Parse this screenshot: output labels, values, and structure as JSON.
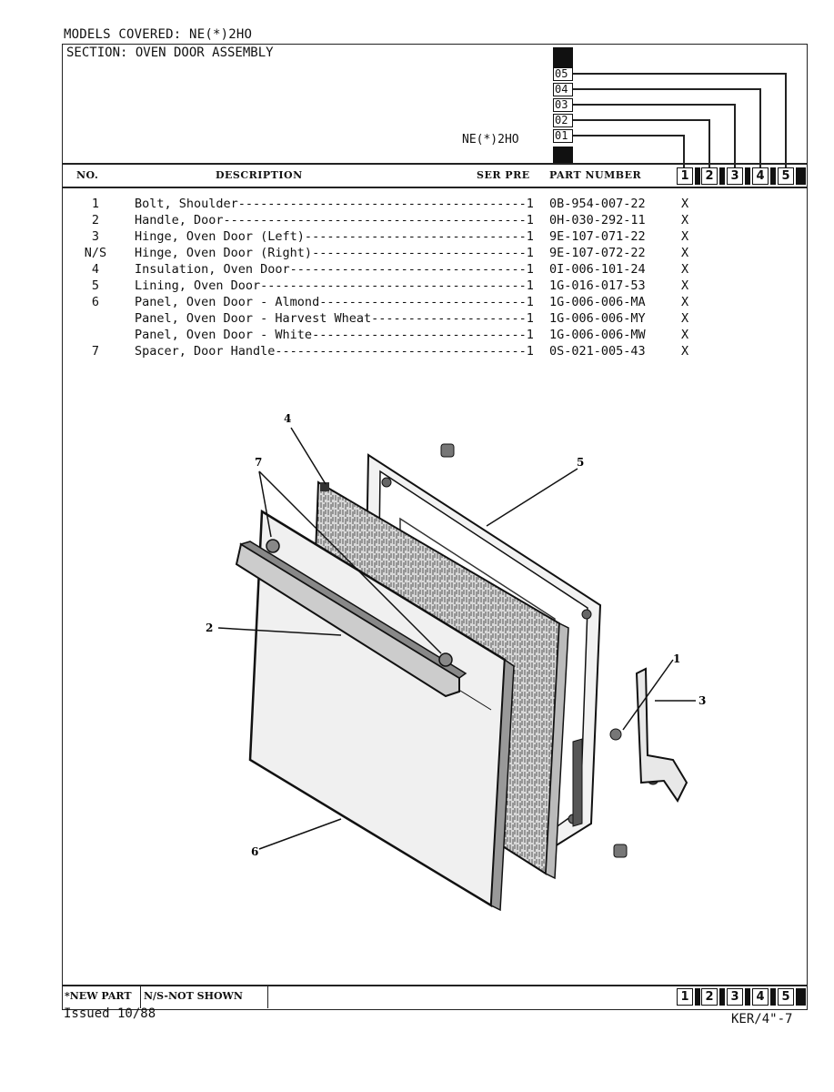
{
  "header": {
    "models_covered": "MODELS COVERED:  NE(*)2HO",
    "section": "SECTION:  OVEN DOOR ASSEMBLY",
    "model": "NE(*)2HO",
    "serial_codes": [
      "05",
      "04",
      "03",
      "02",
      "01"
    ]
  },
  "columns": {
    "no": "NO.",
    "description": "DESCRIPTION",
    "ser_pre": "SER PRE",
    "part_number": "PART NUMBER",
    "model_cols": [
      "1",
      "2",
      "3",
      "4",
      "5"
    ]
  },
  "parts": [
    {
      "no": "1",
      "description": "Bolt, Shoulder---------------------------------------1",
      "part_number": "0B-954-007-22",
      "mark": "X"
    },
    {
      "no": "2",
      "description": "Handle, Door-----------------------------------------1",
      "part_number": "0H-030-292-11",
      "mark": "X"
    },
    {
      "no": "3",
      "description": "Hinge, Oven Door (Left)------------------------------1",
      "part_number": "9E-107-071-22",
      "mark": "X"
    },
    {
      "no": "N/S",
      "description": "Hinge, Oven Door (Right)-----------------------------1",
      "part_number": "9E-107-072-22",
      "mark": "X"
    },
    {
      "no": "4",
      "description": "Insulation, Oven Door--------------------------------1",
      "part_number": "0I-006-101-24",
      "mark": "X"
    },
    {
      "no": "5",
      "description": "Lining, Oven Door------------------------------------1",
      "part_number": "1G-016-017-53",
      "mark": "X"
    },
    {
      "no": "6",
      "description": "Panel, Oven Door - Almond----------------------------1",
      "part_number": "1G-006-006-MA",
      "mark": "X"
    },
    {
      "no": "",
      "description": "Panel, Oven Door - Harvest Wheat---------------------1",
      "part_number": "1G-006-006-MY",
      "mark": "X"
    },
    {
      "no": "",
      "description": "Panel, Oven Door - White-----------------------------1",
      "part_number": "1G-006-006-MW",
      "mark": "X"
    },
    {
      "no": "7",
      "description": "Spacer, Door Handle----------------------------------1",
      "part_number": "0S-021-005-43",
      "mark": "X"
    }
  ],
  "diagram": {
    "callouts": [
      "4",
      "7",
      "5",
      "2",
      "1",
      "3",
      "6"
    ]
  },
  "footer": {
    "new_part": "*NEW PART",
    "not_shown": "N/S-NOT SHOWN",
    "issued": "Issued 10/88",
    "page_ref": "KER/4\"-7",
    "model_cols": [
      "1",
      "2",
      "3",
      "4",
      "5"
    ]
  }
}
